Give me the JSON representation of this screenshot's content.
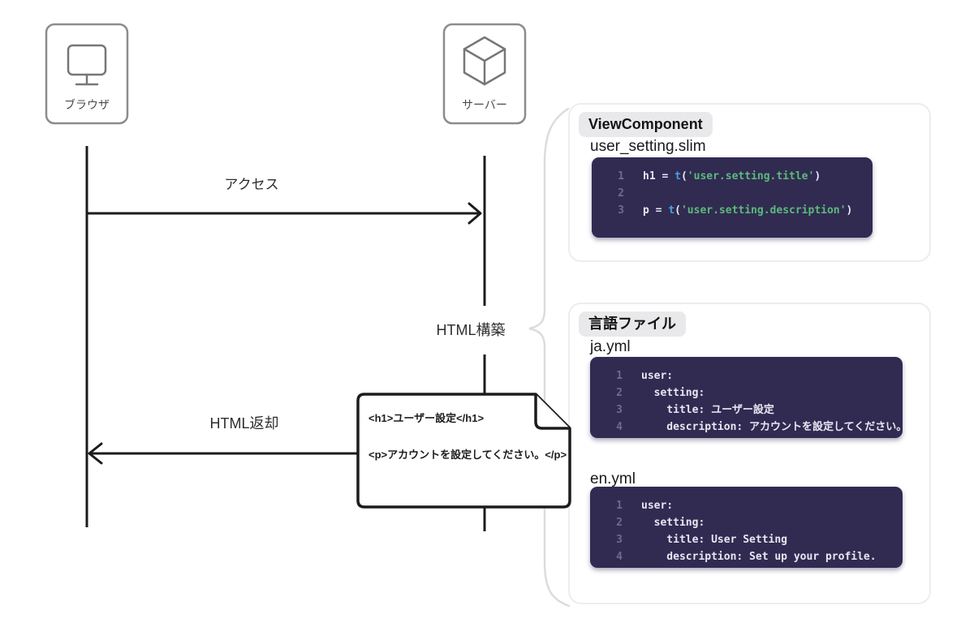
{
  "colors": {
    "code_background": "#312b52",
    "code_text": "#e8e6f2",
    "code_line_number": "#6f6a8e",
    "code_function_blue": "#4aa0dc",
    "code_string_green": "#5cba79",
    "badge_background": "#e9e9eb",
    "panel_border": "#ededed",
    "diagram_stroke": "#1c1c1c",
    "box_border_gray": "#8c8c8c",
    "connector_gray": "#dcdcdc"
  },
  "diagram": {
    "actors": [
      {
        "label": "ブラウザ",
        "icon": "monitor"
      },
      {
        "label": "サーバー",
        "icon": "cube"
      }
    ],
    "messages": [
      {
        "label": "アクセス",
        "direction": "browser-to-server"
      },
      {
        "label": "HTML構築",
        "direction": "self"
      },
      {
        "label": "HTML返却",
        "direction": "server-to-browser"
      }
    ],
    "note": {
      "lines": [
        "<h1>ユーザー設定</h1>",
        "<p>アカウントを設定してください。</p>"
      ]
    }
  },
  "panels": [
    {
      "badge": "ViewComponent",
      "files": [
        {
          "name": "user_setting.slim",
          "lines": [
            {
              "num": "1",
              "tokens": [
                {
                  "c": "plain",
                  "t": "h1 = "
                },
                {
                  "c": "function",
                  "t": "t"
                },
                {
                  "c": "plain",
                  "t": "("
                },
                {
                  "c": "string",
                  "t": "'user.setting.title'"
                },
                {
                  "c": "plain",
                  "t": ")"
                }
              ]
            },
            {
              "num": "2",
              "tokens": []
            },
            {
              "num": "3",
              "tokens": [
                {
                  "c": "plain",
                  "t": "p = "
                },
                {
                  "c": "function",
                  "t": "t"
                },
                {
                  "c": "plain",
                  "t": "("
                },
                {
                  "c": "string",
                  "t": "'user.setting.description'"
                },
                {
                  "c": "plain",
                  "t": ")"
                }
              ]
            }
          ]
        }
      ]
    },
    {
      "badge": "言語ファイル",
      "files": [
        {
          "name": "ja.yml",
          "lines": [
            {
              "num": "1",
              "tokens": [
                {
                  "c": "plain",
                  "t": "user:"
                }
              ]
            },
            {
              "num": "2",
              "tokens": [
                {
                  "c": "plain",
                  "t": "  setting:"
                }
              ]
            },
            {
              "num": "3",
              "tokens": [
                {
                  "c": "plain",
                  "t": "    title: ユーザー設定"
                }
              ]
            },
            {
              "num": "4",
              "tokens": [
                {
                  "c": "plain",
                  "t": "    description: アカウントを設定してください。"
                }
              ]
            }
          ]
        },
        {
          "name": "en.yml",
          "lines": [
            {
              "num": "1",
              "tokens": [
                {
                  "c": "plain",
                  "t": "user:"
                }
              ]
            },
            {
              "num": "2",
              "tokens": [
                {
                  "c": "plain",
                  "t": "  setting:"
                }
              ]
            },
            {
              "num": "3",
              "tokens": [
                {
                  "c": "plain",
                  "t": "    title: User Setting"
                }
              ]
            },
            {
              "num": "4",
              "tokens": [
                {
                  "c": "plain",
                  "t": "    description: Set up your profile."
                }
              ]
            }
          ]
        }
      ]
    }
  ]
}
